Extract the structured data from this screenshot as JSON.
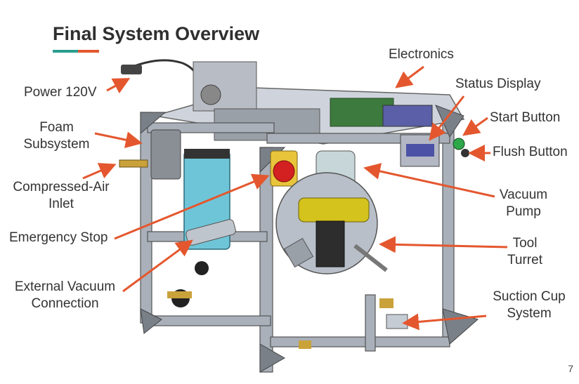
{
  "slide": {
    "title": "Final System Overview",
    "page_number": "7",
    "accent_colors": {
      "teal": "#2a9d8f",
      "orange": "#e4572e",
      "arrow": "#e4572e"
    }
  },
  "labels": {
    "power": "Power 120V",
    "foam_line1": "Foam",
    "foam_line2": "Subsystem",
    "air_line1": "Compressed-Air",
    "air_line2": "Inlet",
    "estop": "Emergency Stop",
    "ext_vac_line1": "External Vacuum",
    "ext_vac_line2": "Connection",
    "electronics": "Electronics",
    "status_display": "Status Display",
    "start_button": "Start Button",
    "flush_button": "Flush Button",
    "vac_pump_line1": "Vacuum",
    "vac_pump_line2": "Pump",
    "tool_line1": "Tool",
    "tool_line2": "Turret",
    "suction_line1": "Suction Cup",
    "suction_line2": "System"
  }
}
